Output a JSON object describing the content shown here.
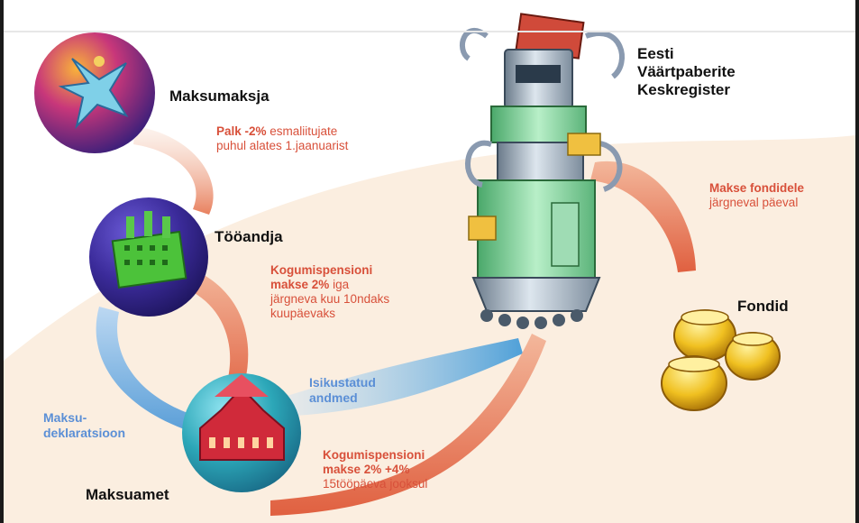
{
  "nodes": {
    "taxpayer": "Maksumaksja",
    "employer": "Tööandja",
    "tax_board": "Maksuamet",
    "registry_line1": "Eesti",
    "registry_line2": "Väärtpaberite",
    "registry_line3": "Keskregister",
    "funds": "Fondid"
  },
  "flows": {
    "salary_bold": "Palk -2%",
    "salary_rest1": " esmaliitujate",
    "salary_rest2": "puhul alates 1.jaanuarist",
    "contribution_bold1": "Kogumispensioni",
    "contribution_bold2": "makse 2%",
    "contribution_rest2": " iga",
    "contribution_line3": "järgneva kuu 10ndaks",
    "contribution_line4": "kuupäevaks",
    "declaration_line1": "Maksu-",
    "declaration_line2": "deklaratsioon",
    "personal_data_line1": "Isikustatud",
    "personal_data_line2": "andmed",
    "transfer_bold1": "Kogumispensioni",
    "transfer_bold2": "makse 2% +4%",
    "transfer_line3": "15tööpäeva jooksul",
    "funds_payment_bold": "Makse fondidele",
    "funds_payment_rest": "järgneval päeval"
  },
  "colors": {
    "flow_red": "#d8503a",
    "flow_blue": "#5b8fd6",
    "background_sand": "#fbeee0"
  },
  "icons": [
    "dancer-globe-icon",
    "factory-globe-icon",
    "building-globe-icon",
    "robot-registry-icon",
    "gold-pots-icon"
  ]
}
